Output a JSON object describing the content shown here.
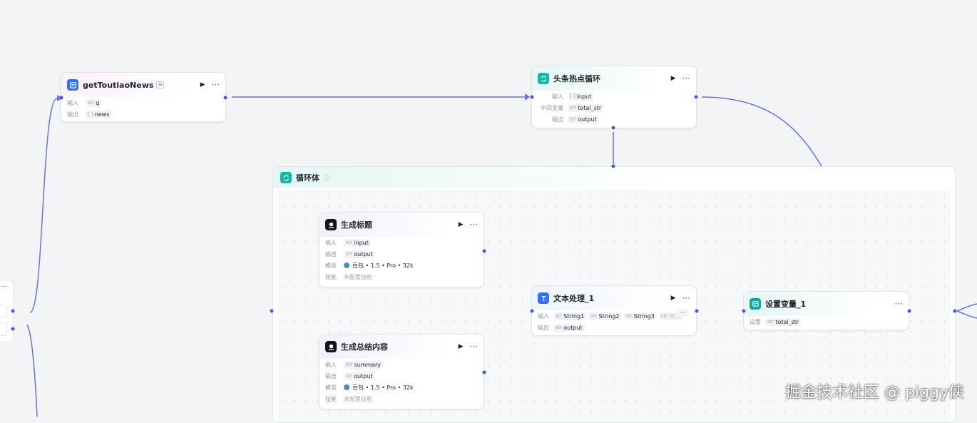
{
  "canvas": {
    "accent_color": "#4d53e8",
    "background_color": "#f3f4f6"
  },
  "nodes": {
    "get_toutiao_news": {
      "title": "getToutiaoNews",
      "badge_icon": "plugin-badge-icon",
      "rows": [
        {
          "label": "输入",
          "type": "str",
          "value": "q"
        },
        {
          "label": "输出",
          "type": "[ ]",
          "value": "news"
        }
      ]
    },
    "loop": {
      "title": "头条热点循环",
      "rows": [
        {
          "label": "输入",
          "type": "[ ]",
          "value": "input"
        },
        {
          "label": "中间变量",
          "type": "str",
          "value": "total_str"
        },
        {
          "label": "输出",
          "type": "str",
          "value": "output"
        }
      ]
    },
    "loop_body": {
      "title": "循环体",
      "info_icon": "info-icon"
    },
    "gen_title": {
      "title": "生成标题",
      "rows": [
        {
          "label": "输入",
          "type": "str",
          "value": "input"
        },
        {
          "label": "输出",
          "type": "str",
          "value": "output"
        }
      ],
      "model_label": "模型",
      "model_value": "豆包 • 1.5 • Pro • 32k",
      "skill_label": "技能",
      "skill_value": "未配置技能"
    },
    "gen_summary": {
      "title": "生成总结内容",
      "rows": [
        {
          "label": "输入",
          "type": "str",
          "value": "summary"
        },
        {
          "label": "输出",
          "type": "str",
          "value": "output"
        }
      ],
      "model_label": "模型",
      "model_value": "豆包 • 1.5 • Pro • 32k",
      "skill_label": "技能",
      "skill_value": "未配置技能"
    },
    "text_process": {
      "title": "文本处理_1",
      "input_label": "输入",
      "inputs": [
        {
          "type": "str",
          "value": "String1"
        },
        {
          "type": "str",
          "value": "String2"
        },
        {
          "type": "str",
          "value": "String3"
        },
        {
          "type": "str",
          "value": "St..."
        }
      ],
      "overflow": "···",
      "output_label": "输出",
      "output": {
        "type": "str",
        "value": "output"
      }
    },
    "set_variable": {
      "title": "设置变量_1",
      "rows": [
        {
          "label": "设置",
          "type": "str",
          "value": "total_str"
        }
      ]
    }
  },
  "controls": {
    "run_icon": "▶",
    "more_icon": "···"
  },
  "watermark": "掘金技术社区 @ piggy侠"
}
